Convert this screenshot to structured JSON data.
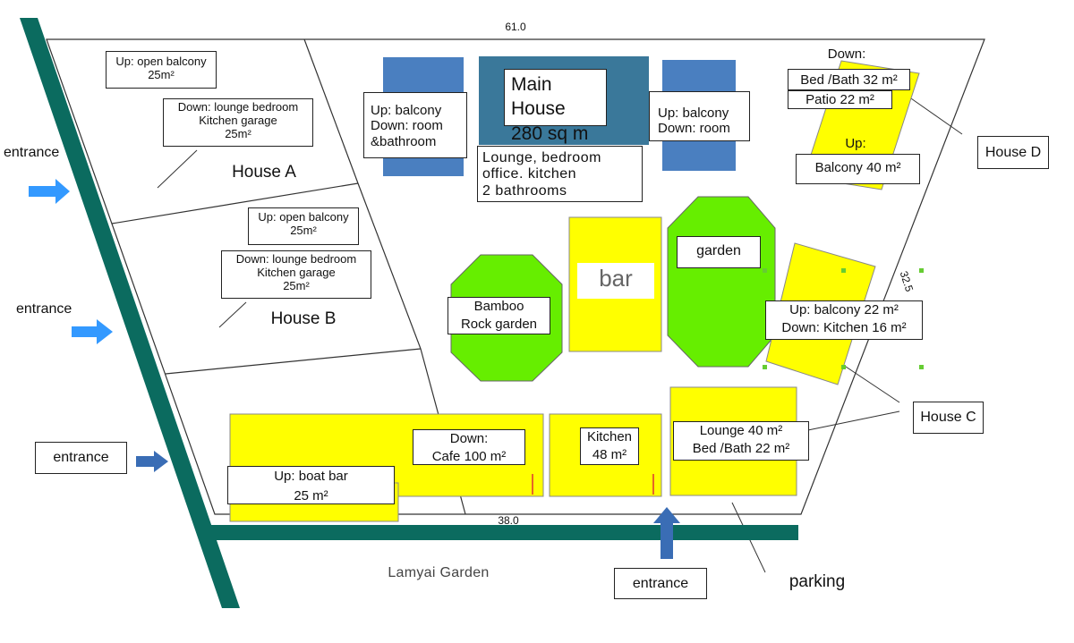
{
  "dims": {
    "top": "61.0",
    "bottom": "38.0",
    "right": "32.5"
  },
  "colors": {
    "yellow": "#ffff00",
    "green": "#66ee00",
    "blue": "#4a7fc0",
    "teal": "#3a789a",
    "road": "#0b6b5f",
    "arrow_light": "#3399ff",
    "arrow_dark": "#3a6db5"
  },
  "house_a": {
    "up": [
      "Up: open balcony",
      "25m²"
    ],
    "down": [
      "Down: lounge bedroom",
      "Kitchen garage",
      "25m²"
    ],
    "name": "House A"
  },
  "house_b": {
    "up": [
      "Up: open balcony",
      "25m²"
    ],
    "down": [
      "Down: lounge bedroom",
      "Kitchen garage",
      "25m²"
    ],
    "name": "House B"
  },
  "main_house": {
    "title": [
      "Main House",
      "280 sq m"
    ],
    "left_balcony": [
      "Up: balcony",
      "Down: room",
      "&bathroom"
    ],
    "right_balcony": [
      "Up: balcony",
      "Down: room"
    ],
    "rooms": [
      "Lounge, bedroom",
      "office. kitchen",
      "2 bathrooms"
    ]
  },
  "house_d": {
    "down_label": "Down:",
    "bed_bath": "Bed /Bath 32 m²",
    "patio": "Patio 22 m²",
    "up_label": "Up:",
    "balcony": "Balcony 40 m²",
    "name": "House D"
  },
  "center": {
    "bar": "bar",
    "garden": "garden",
    "bamboo": [
      "Bamboo",
      "Rock garden"
    ]
  },
  "house_c": {
    "upper": [
      "Up: balcony 22 m²",
      "Down: Kitchen 16 m²"
    ],
    "lower": [
      "Lounge 40 m²",
      "Bed /Bath 22 m²"
    ],
    "name": "House C"
  },
  "cafe": {
    "down": [
      "Down:",
      "Cafe 100 m²"
    ],
    "up": [
      "Up: boat bar",
      "25 m²"
    ]
  },
  "kitchen": [
    "Kitchen",
    "48 m²"
  ],
  "entrances": [
    "entrance",
    "entrance",
    "entrance",
    "entrance"
  ],
  "road_name": "Lamyai Garden",
  "parking": "parking"
}
